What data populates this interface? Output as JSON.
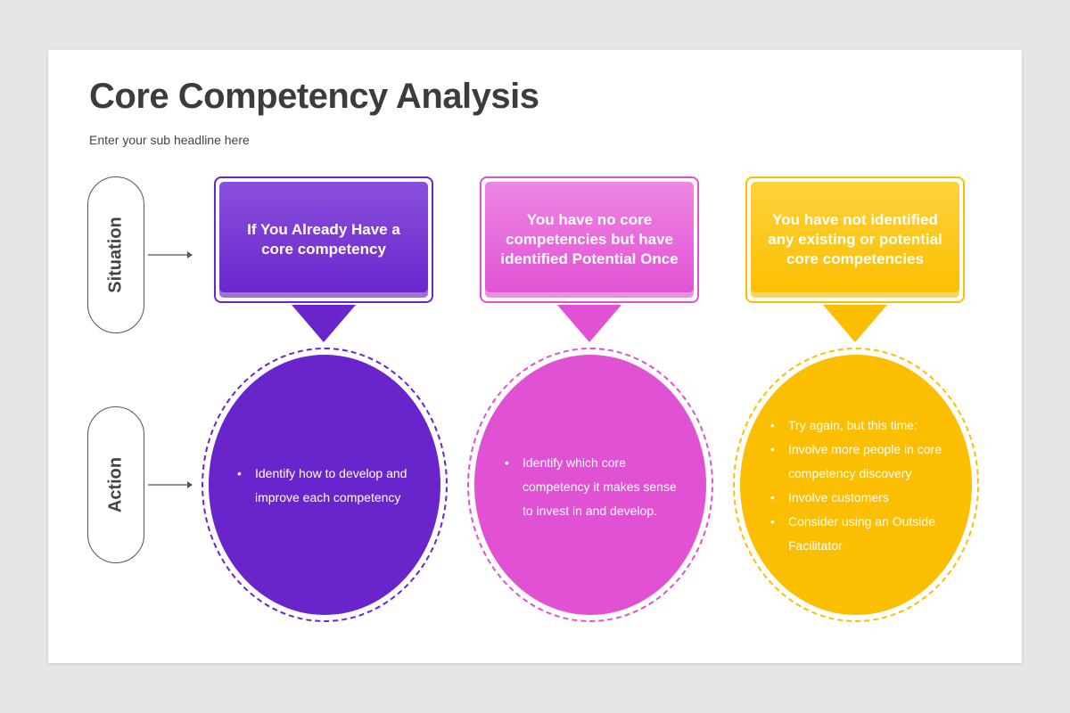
{
  "title": "Core Competency Analysis",
  "subtitle": "Enter your sub headline here",
  "rows": {
    "situation_label": "Situation",
    "action_label": "Action"
  },
  "colors": {
    "purple": "#6a24cc",
    "pink": "#e151d4",
    "yellow": "#fcbe00"
  },
  "columns": [
    {
      "situation": "If You Already Have a core competency",
      "actions": [
        "Identify how to develop and improve each competency"
      ]
    },
    {
      "situation": "You have no core competencies but have identified Potential Once",
      "actions": [
        "Identify which core competency it makes sense to invest in and develop."
      ]
    },
    {
      "situation": "You have not identified any existing or potential core competencies",
      "actions": [
        "Try again, but this time:",
        "Involve more people in core competency discovery",
        "Involve customers",
        "Consider using an Outside Facilitator"
      ]
    }
  ]
}
